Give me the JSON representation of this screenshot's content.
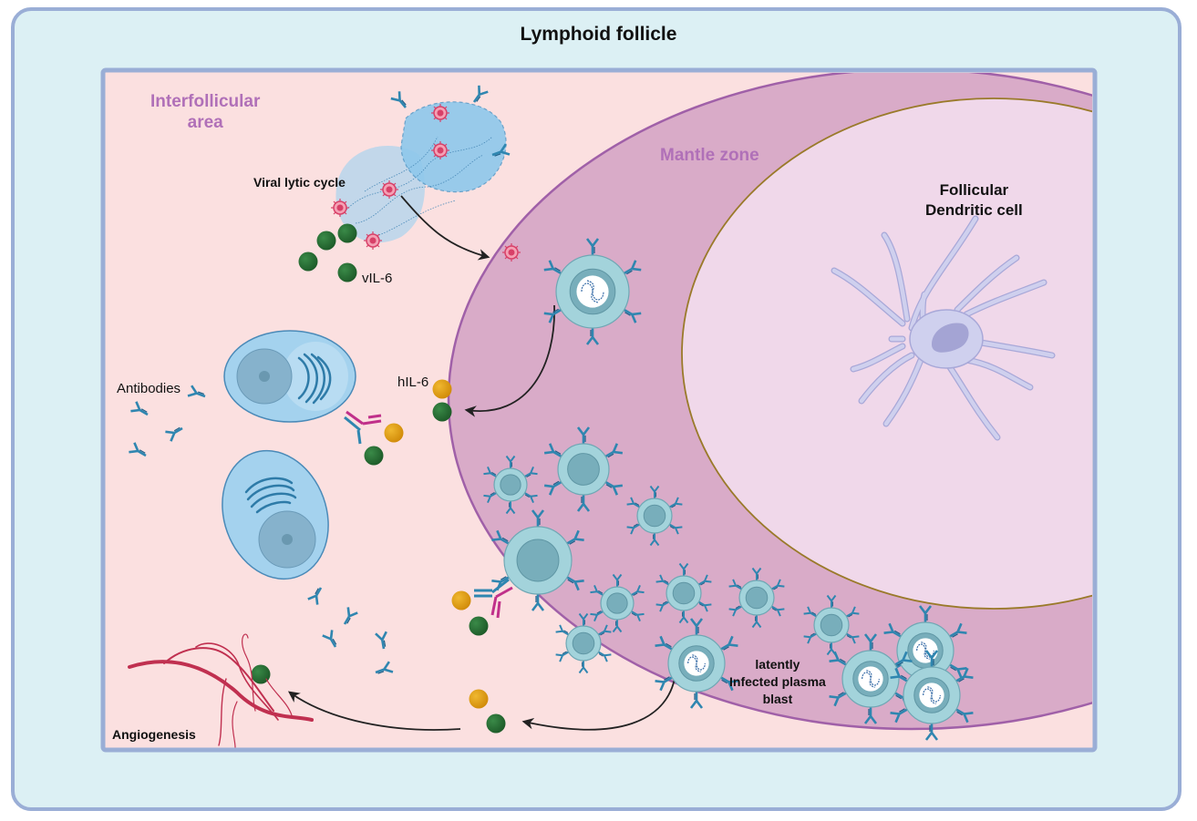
{
  "title": "Lymphoid follicle",
  "regions": {
    "interfollicular": "Interfollicular\narea",
    "mantle": "Mantle zone",
    "fdc": "Follicular\nDendritic cell"
  },
  "labels": {
    "viral_lytic_cycle": "Viral lytic cycle",
    "vil6": "vIL-6",
    "hil6": "hIL-6",
    "antibodies": "Antibodies",
    "latently_infected": "latently\nInfected plasma\nblast",
    "angiogenesis": "Angiogenesis"
  },
  "colors": {
    "outer_bg": "#dcf0f4",
    "outer_border": "#9aaed6",
    "interfollicular_bg": "#fbe0e0",
    "mantle_bg": "#d9abc8",
    "mantle_border": "#a060a8",
    "germinal_bg": "#f0d8ea",
    "germinal_border": "#9a7a2a",
    "zone_label": "#b070b8",
    "vil6": "#236b30",
    "hil6": "#e0a010",
    "antibody": "#2f86b0",
    "antibody_magenta": "#c0308a",
    "cell_membrane": "#a3d3db",
    "cell_nucleus": "#78aebb",
    "plasma_cell": "#a4d2ee",
    "fdc": "#cfd0ee",
    "virus": "#e05070",
    "vessel": "#c03050"
  }
}
